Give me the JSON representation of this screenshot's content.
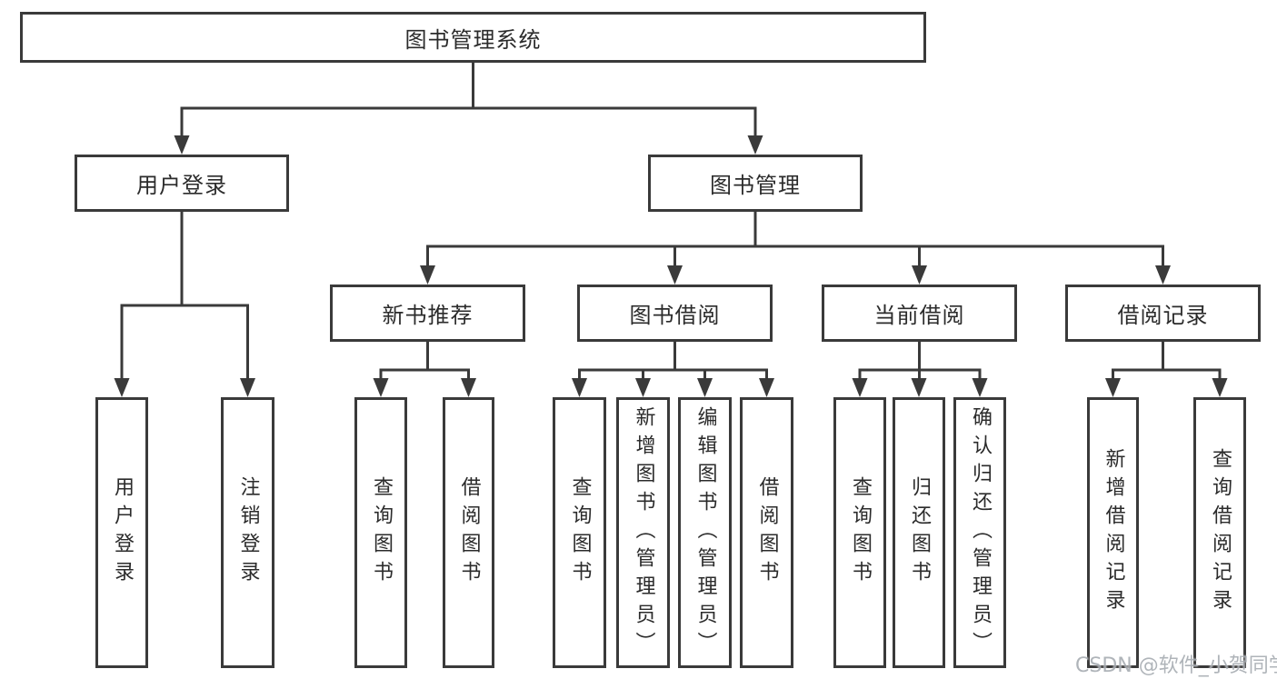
{
  "colors": {
    "line": "#3a3a3a",
    "box_border": "#3a3a3a",
    "box_background": "#ffffff",
    "text": "#2b2b2b",
    "watermark_text": "#a7acb2"
  },
  "diagram": {
    "root": "图书管理系统",
    "branches": [
      {
        "label": "用户登录",
        "children": [
          "用户登录",
          "注销登录"
        ]
      },
      {
        "label": "图书管理",
        "modules": [
          {
            "label": "新书推荐",
            "children": [
              "查询图书",
              "借阅图书"
            ]
          },
          {
            "label": "图书借阅",
            "children": [
              "查询图书",
              "新增图书（管理员）",
              "编辑图书（管理员）",
              "借阅图书"
            ]
          },
          {
            "label": "当前借阅",
            "children": [
              "查询图书",
              "归还图书",
              "确认归还（管理员）"
            ]
          },
          {
            "label": "借阅记录",
            "children": [
              "新增借阅记录",
              "查询借阅记录"
            ]
          }
        ]
      }
    ]
  },
  "watermark": "CSDN @软件_小贺同学"
}
